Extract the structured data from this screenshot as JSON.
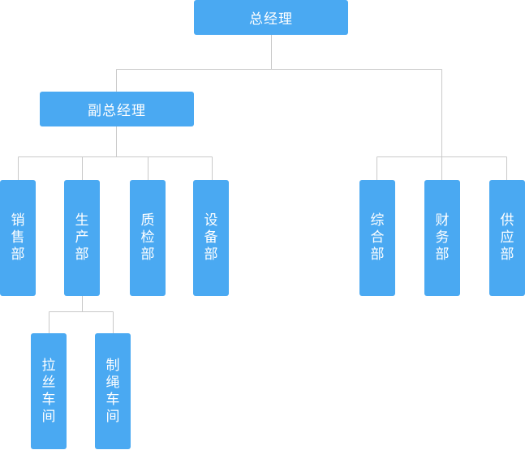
{
  "colors": {
    "node_fill": "#4aa9f2",
    "node_text": "#ffffff",
    "connector": "#c9c9c9"
  },
  "nodes": {
    "ceo": "总经理",
    "deputy": "副总经理",
    "sales": "销售部",
    "production": "生产部",
    "quality": "质检部",
    "equipment": "设备部",
    "drawing_workshop": "拉丝车间",
    "rope_workshop": "制绳车间",
    "general_affairs": "综合部",
    "finance": "财务部",
    "supply": "供应部"
  }
}
